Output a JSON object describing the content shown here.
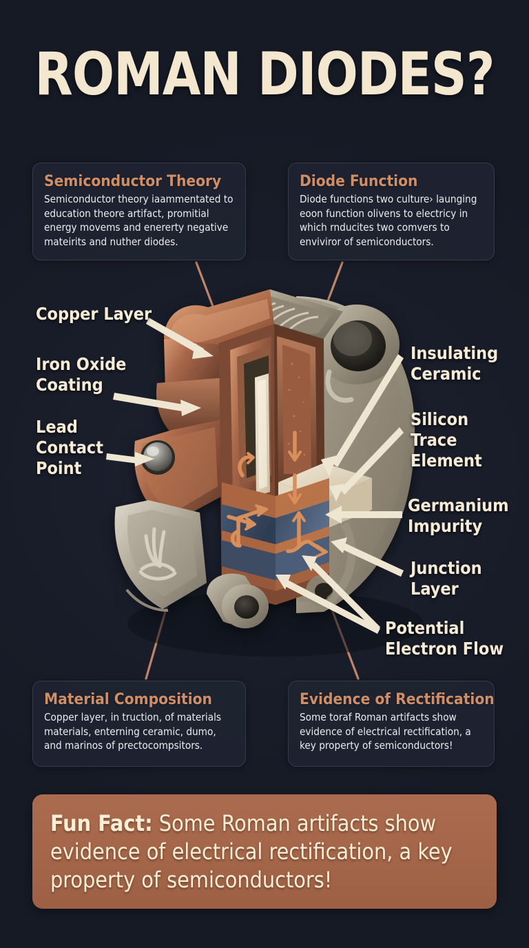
{
  "poster": {
    "title": "ROMAN DIODES?",
    "background_color": "#171b26",
    "accent_color": "#cf8e66",
    "text_color": "#f5ebd6",
    "banner_color": "#a5654a"
  },
  "cards": [
    {
      "id": "semiconductor",
      "title": "Semiconductor Theory",
      "body": "Semiconductor theory iaammentated to education theore artifact, promitial energy movems and enererty negative mateirits and nuther diodes."
    },
    {
      "id": "diode",
      "title": "Diode Function",
      "body": "Diode functions two culture› launging eoon function olivens to electricy in which rnducites two comvers to enviviror of semiconductors."
    },
    {
      "id": "material",
      "title": "Material Composition",
      "body": "Copper layer, in truction, of materials materials, enterning ceramic, dumo, and marinos of prectocompsitors."
    },
    {
      "id": "evidence",
      "title": "Evidence of Rectification",
      "body": "Some toraf Roman artifacts show evidence of electrical rectification, a key property of semiconductors!"
    }
  ],
  "labels": {
    "copper_layer": "Copper Layer",
    "iron_oxide": "Iron Oxide\nCoating",
    "lead_contact": "Lead\nContact\nPoint",
    "insulating_ceramic": "Insulating\nCeramic",
    "silicon_trace": "Silicon\nTrace\nElement",
    "germanium_impurity": "Germanium\nImpurity",
    "junction_layer": "Junction\nLayer",
    "electron_flow": "Potential\nElectron Flow"
  },
  "fun_fact": {
    "lead": "Fun Fact:",
    "text": " Some Roman artifacts show evidence of electrical rectification, a key property of semiconductors!"
  },
  "diagram": {
    "name": "roman-diode-cutaway-illustration",
    "description": "Isometric cutaway of an ornate copper and bronze Roman artifact revealing layered semiconductor junction with electron flow arrows",
    "materials": [
      "copper",
      "iron oxide",
      "lead",
      "insulating ceramic",
      "silicon",
      "germanium",
      "pewter"
    ],
    "colors": {
      "copper_bright": "#c98a63",
      "copper_dark": "#8a5339",
      "bronze": "#9a8f7c",
      "pewter": "#b9b4a8",
      "junction_blue": "#3b4a63",
      "junction_blue_dark": "#2c3a50",
      "flow_arrow": "#d98f5c",
      "cream": "#efe6d2"
    }
  }
}
